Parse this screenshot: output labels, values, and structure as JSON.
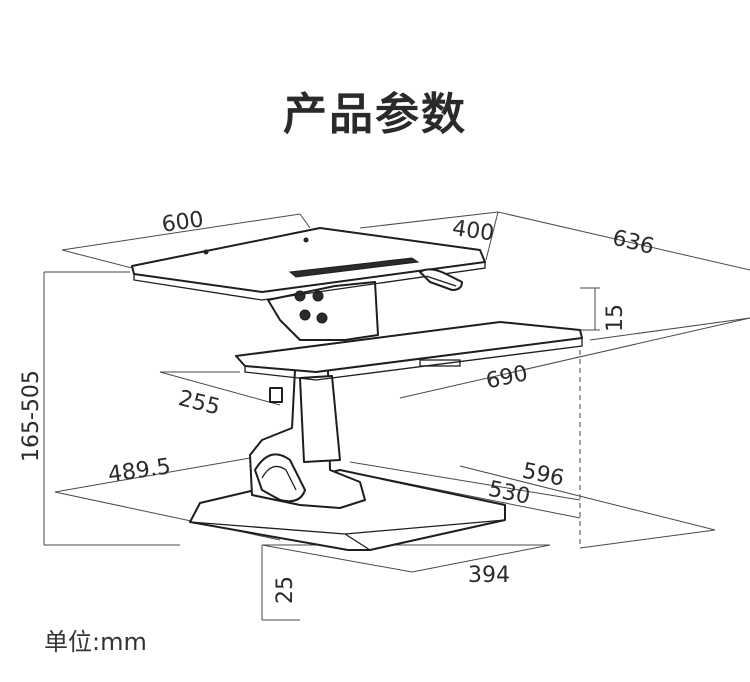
{
  "title": "产品参数",
  "unit_label": "单位:mm",
  "dimensions": {
    "top_width": "600",
    "top_depth": "400",
    "overall_depth": "636",
    "tray_thickness": "15",
    "tray_width": "690",
    "tray_depth": "255",
    "height_range": "165-505",
    "base_width": "489.5",
    "base_depth_outer": "596",
    "base_depth_inner": "530",
    "base_width_front": "394",
    "base_height": "25"
  }
}
